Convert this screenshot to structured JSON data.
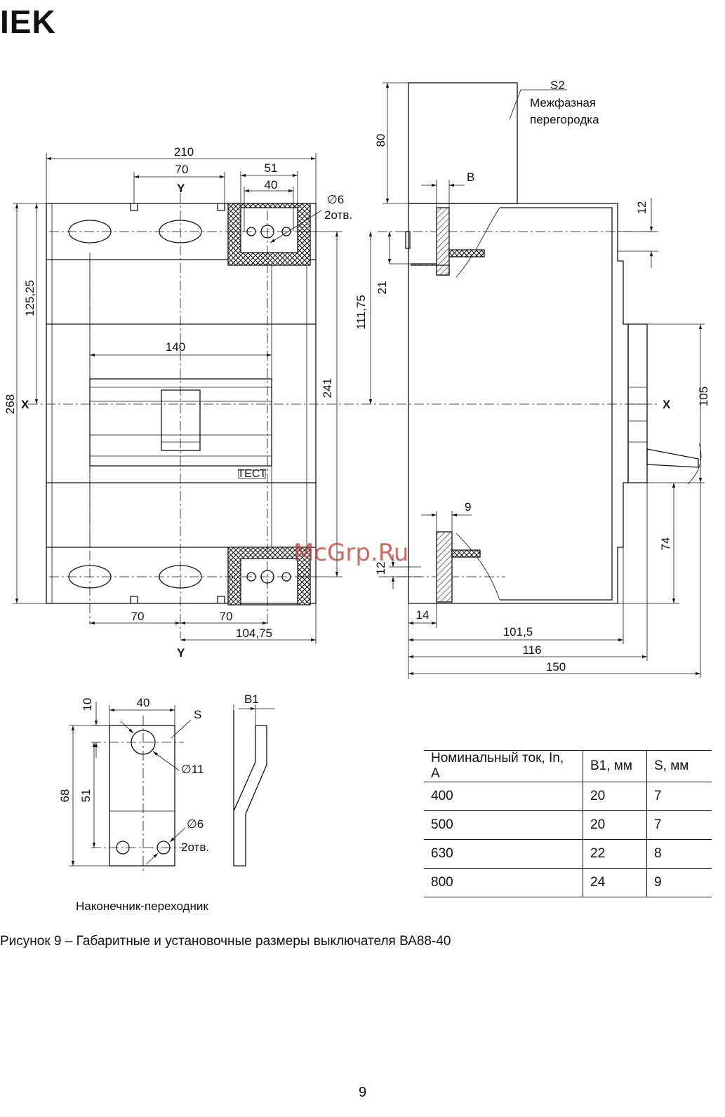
{
  "brand": {
    "logo_text": "IEK"
  },
  "watermark": "McGrp.Ru",
  "front_view": {
    "dims": {
      "overall_width": "210",
      "terminal_pitch": "70",
      "busbar_width_outer": "51",
      "busbar_width_inner": "40",
      "hole_dia": "∅6",
      "hole_count": "2отв.",
      "overall_height": "268",
      "half_height": "125,25",
      "handle_width": "140",
      "busbar_span": "241",
      "pitch_bottom_left": "70",
      "pitch_bottom_right": "70",
      "axis_to_busbar": "104,75"
    },
    "axes": {
      "x_left": "X",
      "x_right": "X",
      "y_top": "Y",
      "y_bottom": "Y"
    },
    "test_button_label": "ТЕСТ"
  },
  "side_view": {
    "dims": {
      "partition_height": "80",
      "busbar_thickness": "В",
      "top_offset": "12",
      "terminal_depth": "21",
      "center_to_terminal": "111,75",
      "panel_height": "105",
      "bottom_busbar_thickness": "9",
      "bottom_offset": "12",
      "base_to_panel": "74",
      "base_depth": "14",
      "depth_1": "101,5",
      "depth_2": "116",
      "depth_3": "150"
    },
    "axis_right": "X",
    "partition": {
      "code": "S2",
      "line1": "Межфазная",
      "line2": "перегородка"
    }
  },
  "adapter": {
    "dims": {
      "top_margin": "10",
      "width": "40",
      "thickness_label": "S",
      "hole_large": "∅11",
      "total_height": "68",
      "hole_spacing": "51",
      "hole_small": "∅6",
      "hole_count": "2отв.",
      "offset_label": "В1"
    },
    "title": "Наконечник-переходник"
  },
  "table": {
    "headers": [
      "Номинальный ток, In, А",
      "В1, мм",
      "S, мм"
    ],
    "rows": [
      [
        "400",
        "20",
        "7"
      ],
      [
        "500",
        "20",
        "7"
      ],
      [
        "630",
        "22",
        "8"
      ],
      [
        "800",
        "24",
        "9"
      ]
    ]
  },
  "caption": "Рисунок 9 – Габаритные и установочные размеры выключателя ВА88-40",
  "page_number": "9"
}
